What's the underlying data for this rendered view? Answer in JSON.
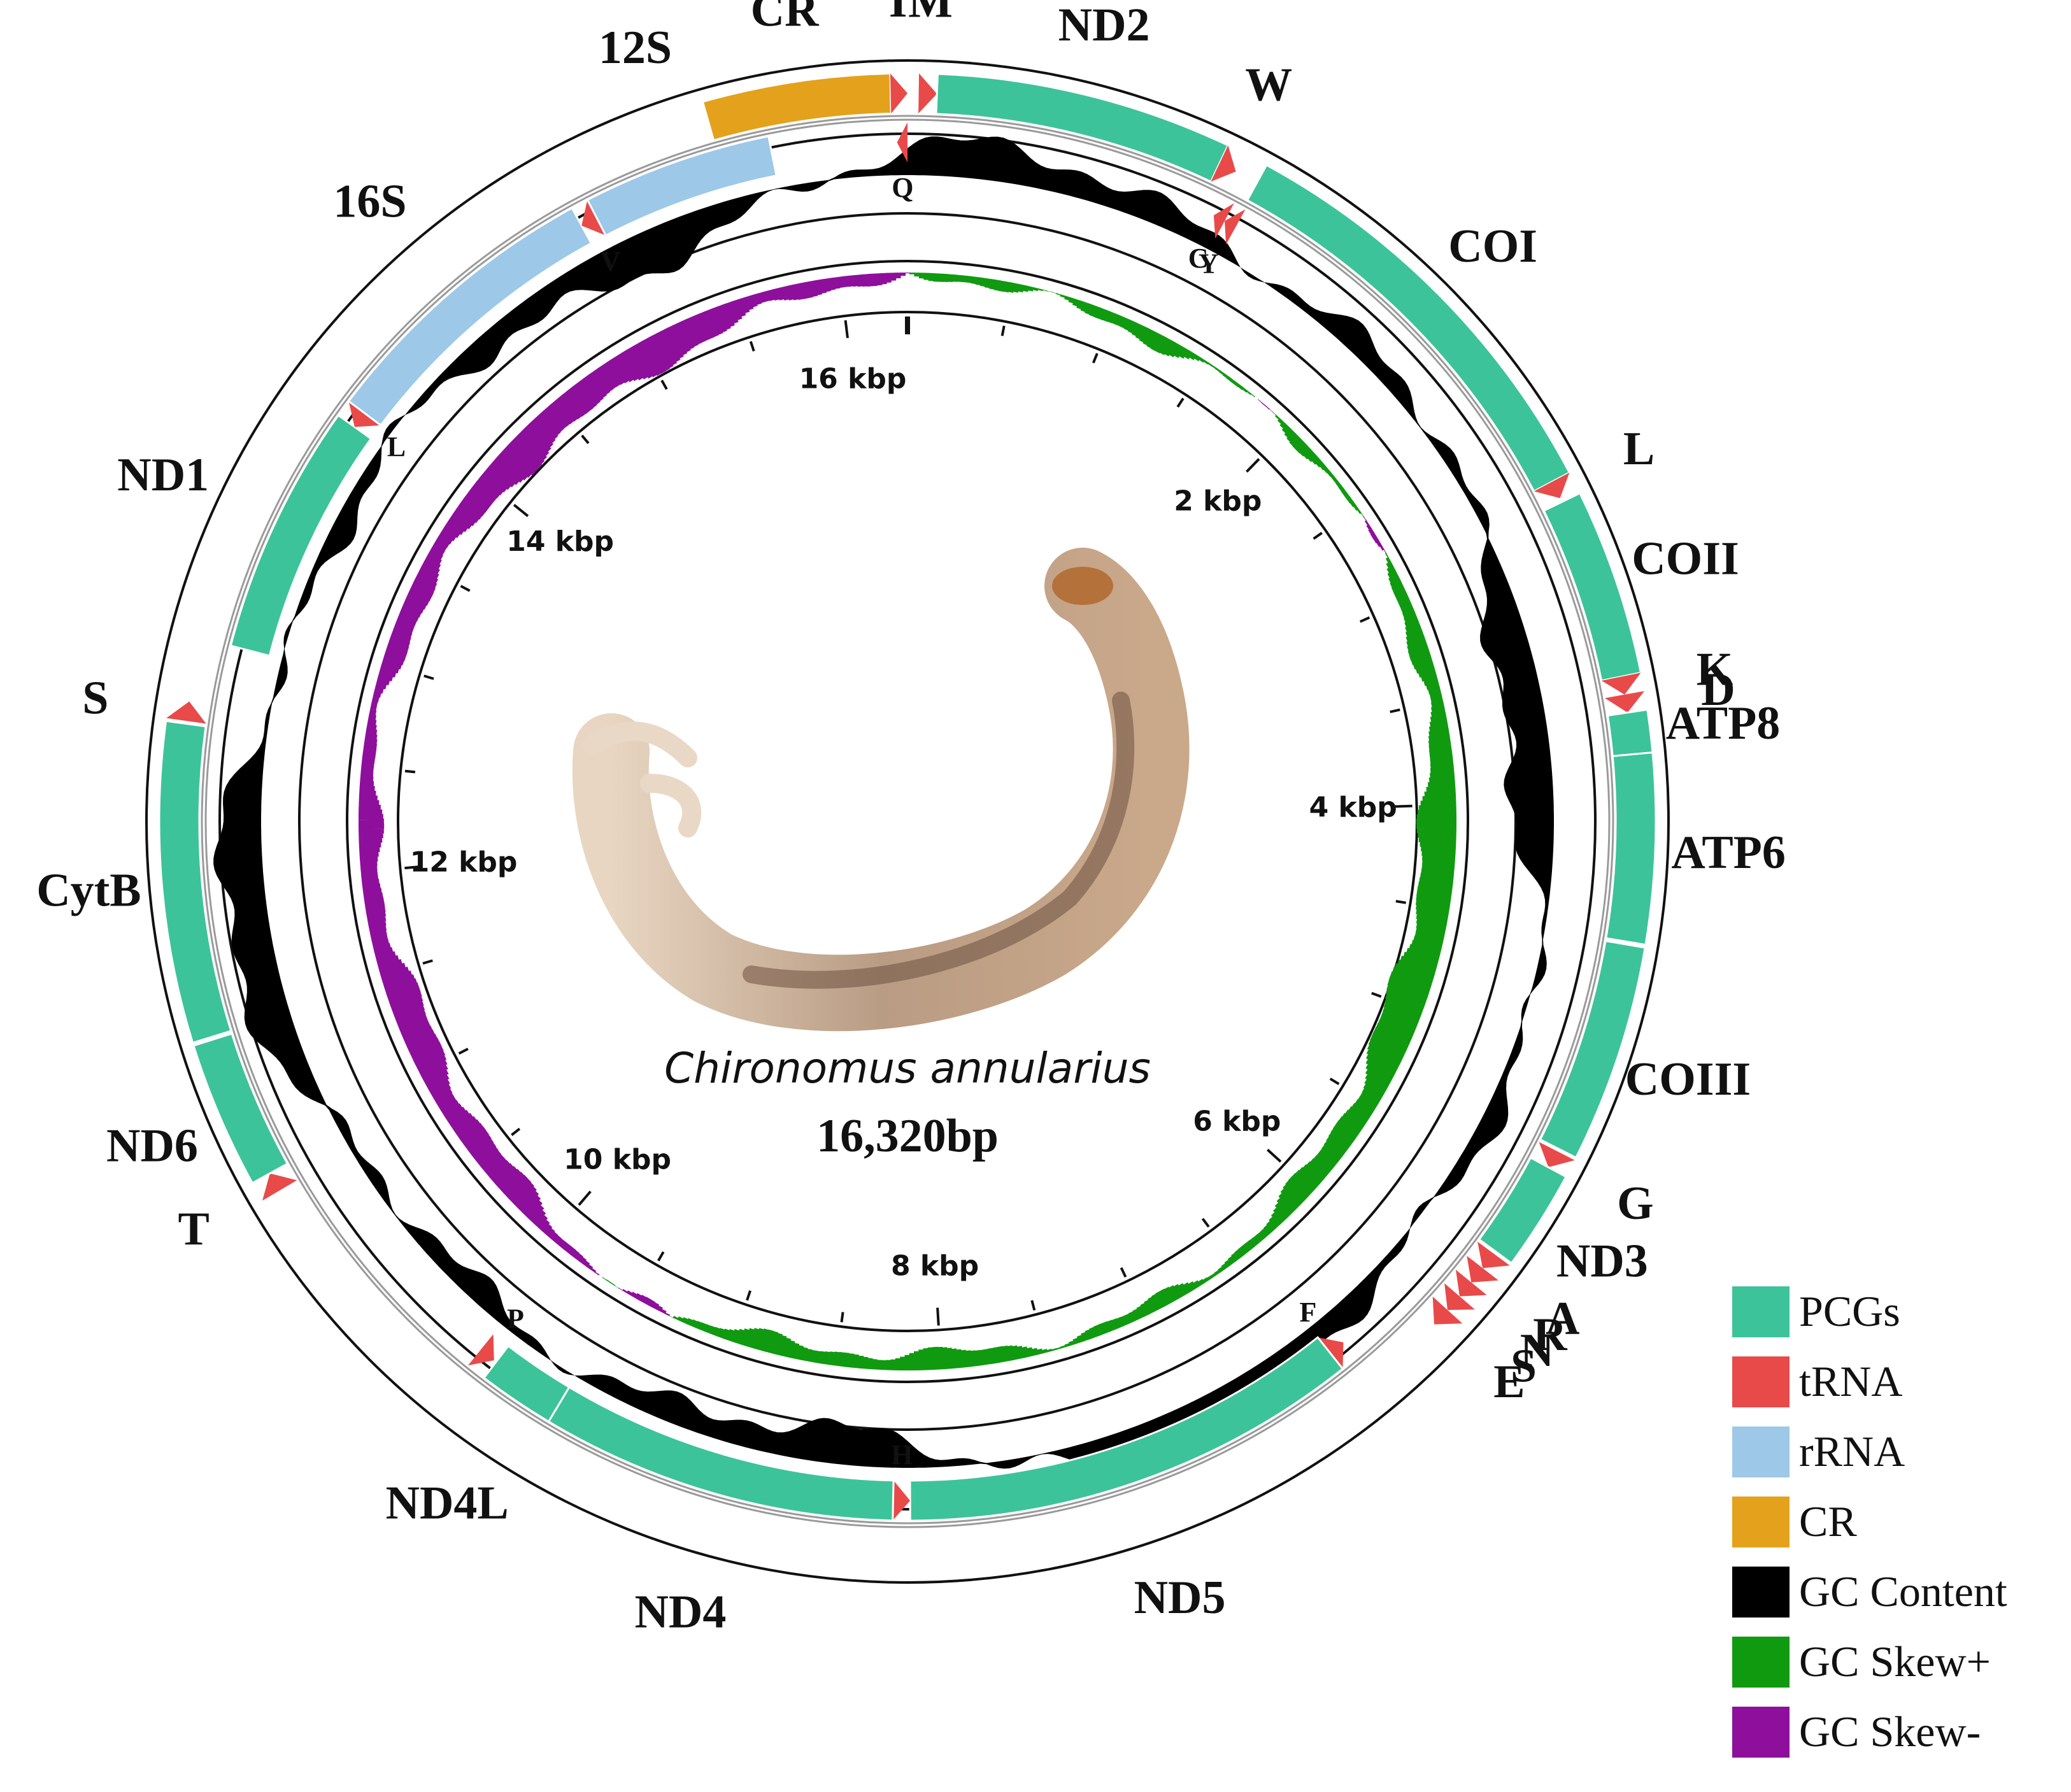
{
  "map": {
    "species": "Chironomus annularius",
    "length_label": "16,320bp",
    "genome_length": 16320,
    "colors": {
      "pcg": "#3cc39a",
      "trna": "#e84a4a",
      "rrna": "#9dc8e8",
      "cr": "#e4a11b",
      "gc_content": "#000000",
      "skew_pos": "#109a10",
      "skew_neg": "#8e0f9c"
    },
    "outer_features": [
      {
        "label": "CR",
        "type": "cr",
        "start": 15600,
        "end": 16260
      },
      {
        "label": "I",
        "type": "trna",
        "start": 16260,
        "end": 16320
      },
      {
        "label": "M",
        "type": "trna",
        "start": 40,
        "end": 105
      },
      {
        "label": "ND2",
        "type": "pcg",
        "start": 105,
        "end": 1150
      },
      {
        "label": "W",
        "type": "trna",
        "start": 1150,
        "end": 1215
      },
      {
        "label": "COI",
        "type": "pcg",
        "start": 1300,
        "end": 2820
      },
      {
        "label": "L",
        "type": "trna",
        "start": 2820,
        "end": 2885
      },
      {
        "label": "COII",
        "type": "pcg",
        "start": 2900,
        "end": 3560
      },
      {
        "label": "K",
        "type": "trna",
        "start": 3560,
        "end": 3625
      },
      {
        "label": "D",
        "type": "trna",
        "start": 3625,
        "end": 3690
      },
      {
        "label": "ATP8",
        "type": "pcg",
        "start": 3690,
        "end": 3840
      },
      {
        "label": "ATP6",
        "type": "pcg",
        "start": 3840,
        "end": 4510
      },
      {
        "label": "COIII",
        "type": "pcg",
        "start": 4520,
        "end": 5290
      },
      {
        "label": "G",
        "type": "trna",
        "start": 5300,
        "end": 5365
      },
      {
        "label": "ND3",
        "type": "pcg",
        "start": 5365,
        "end": 5720
      },
      {
        "label": "A",
        "type": "trna",
        "start": 5730,
        "end": 5795
      },
      {
        "label": "R",
        "type": "trna",
        "start": 5795,
        "end": 5860
      },
      {
        "label": "N",
        "type": "trna",
        "start": 5860,
        "end": 5925
      },
      {
        "label": "S",
        "type": "trna",
        "start": 5925,
        "end": 5990
      },
      {
        "label": "E",
        "type": "trna",
        "start": 5990,
        "end": 6060
      },
      {
        "label": "T",
        "type": "trna",
        "start": 10860,
        "end": 10930
      },
      {
        "label": "ND6",
        "type": "pcg",
        "start": 10930,
        "end": 11450
      },
      {
        "label": "CytB",
        "type": "pcg",
        "start": 11460,
        "end": 12590
      },
      {
        "label": "S",
        "type": "trna",
        "start": 12600,
        "end": 12670
      }
    ],
    "inner_features": [
      {
        "label": "Q",
        "type": "trna",
        "start": 16280,
        "end": 16320,
        "tag": "Q"
      },
      {
        "label": "C",
        "type": "trna",
        "start": 1215,
        "end": 1262,
        "tag": "C"
      },
      {
        "label": "Y",
        "type": "trna",
        "start": 1262,
        "end": 1310,
        "tag": "Y"
      },
      {
        "label": "F",
        "type": "trna",
        "start": 6350,
        "end": 6415,
        "tag": "F"
      },
      {
        "label": "ND5",
        "type": "pcg",
        "start": 6415,
        "end": 8150
      },
      {
        "label": "H",
        "type": "trna",
        "start": 8150,
        "end": 8215,
        "tag": "H"
      },
      {
        "label": "ND4",
        "type": "pcg",
        "start": 8215,
        "end": 9560
      },
      {
        "label": "ND4L",
        "type": "pcg",
        "start": 9560,
        "end": 9850
      },
      {
        "label": "P",
        "type": "trna",
        "start": 9860,
        "end": 9925,
        "tag": "P"
      },
      {
        "label": "ND1",
        "type": "pcg",
        "start": 12900,
        "end": 13850
      },
      {
        "label": "L",
        "type": "trna",
        "start": 13850,
        "end": 13915,
        "tag": "L"
      },
      {
        "label": "16S",
        "type": "rrna",
        "start": 13915,
        "end": 15020
      },
      {
        "label": "V",
        "type": "trna",
        "start": 15020,
        "end": 15085,
        "tag": "V"
      },
      {
        "label": "12S",
        "type": "rrna",
        "start": 15085,
        "end": 15800
      }
    ],
    "ticks": {
      "major": [
        "2 kbp",
        "4 kbp",
        "6 kbp",
        "8 kbp",
        "10 kbp",
        "12 kbp",
        "14 kbp",
        "16 kbp"
      ]
    },
    "legend": [
      {
        "label": "PCGs",
        "color": "#3cc39a"
      },
      {
        "label": "tRNA",
        "color": "#e84a4a"
      },
      {
        "label": "rRNA",
        "color": "#9dc8e8"
      },
      {
        "label": "CR",
        "color": "#e4a11b"
      },
      {
        "label": "GC Content",
        "color": "#000000"
      },
      {
        "label": "GC Skew+",
        "color": "#109a10"
      },
      {
        "label": "GC Skew-",
        "color": "#8e0f9c"
      }
    ]
  }
}
